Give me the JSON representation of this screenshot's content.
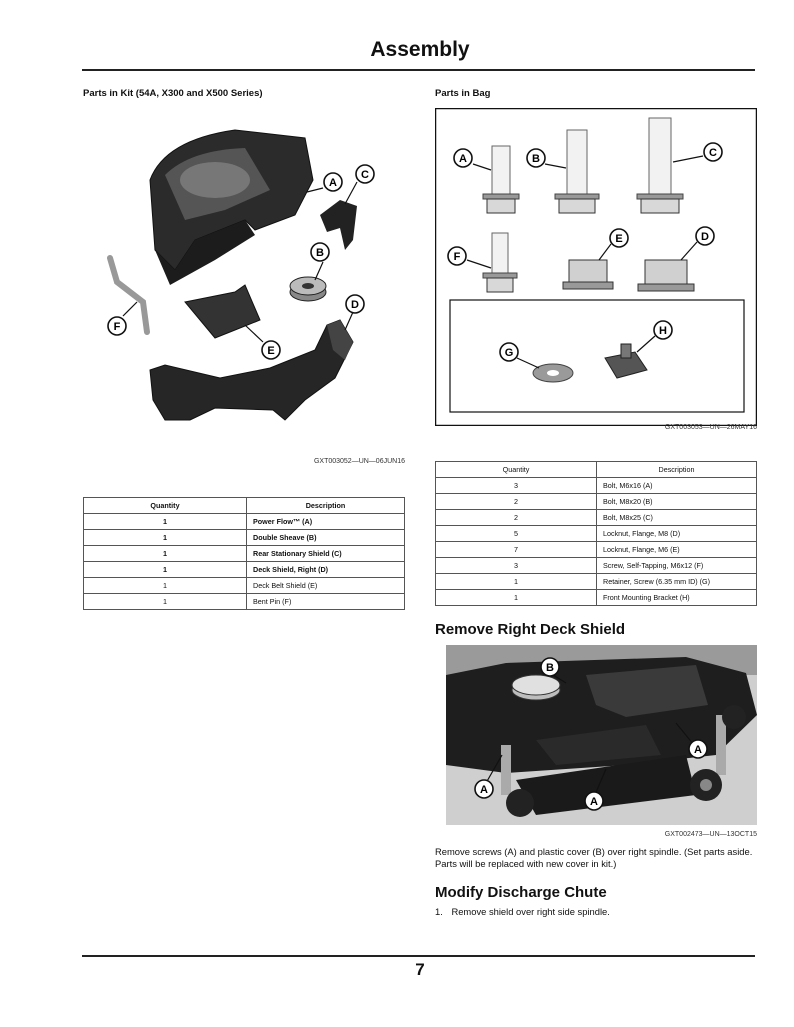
{
  "page": {
    "title": "Assembly",
    "page_number": "7"
  },
  "kit": {
    "heading": "Parts in Kit (54A, X300 and X500 Series)",
    "figure_id": "GXT003052—UN—06JUN16",
    "callouts": [
      "A",
      "B",
      "C",
      "D",
      "E",
      "F"
    ],
    "table": {
      "headers": [
        "Quantity",
        "Description"
      ],
      "rows": [
        {
          "qty": "1",
          "desc": "Power Flow™ (A)",
          "bold": true
        },
        {
          "qty": "1",
          "desc": "Double Sheave (B)",
          "bold": true
        },
        {
          "qty": "1",
          "desc": "Rear Stationary Shield (C)",
          "bold": true
        },
        {
          "qty": "1",
          "desc": "Deck Shield, Right (D)",
          "bold": true
        },
        {
          "qty": "1",
          "desc": "Deck Belt Shield (E)",
          "bold": false
        },
        {
          "qty": "1",
          "desc": "Bent Pin (F)",
          "bold": false
        }
      ]
    }
  },
  "bag": {
    "heading": "Parts in Bag",
    "figure_id": "GXT003053—UN—26MAY16",
    "callouts": [
      "A",
      "B",
      "C",
      "F",
      "E",
      "D",
      "G",
      "H"
    ],
    "table": {
      "headers": [
        "Quantity",
        "Description"
      ],
      "rows": [
        {
          "qty": "3",
          "desc": "Bolt, M6x16 (A)"
        },
        {
          "qty": "2",
          "desc": "Bolt, M8x20 (B)"
        },
        {
          "qty": "2",
          "desc": "Bolt, M8x25 (C)"
        },
        {
          "qty": "5",
          "desc": "Locknut, Flange, M8 (D)"
        },
        {
          "qty": "7",
          "desc": "Locknut, Flange, M6 (E)"
        },
        {
          "qty": "3",
          "desc": "Screw, Self-Tapping, M6x12 (F)"
        },
        {
          "qty": "1",
          "desc": "Retainer, Screw (6.35 mm ID) (G)"
        },
        {
          "qty": "1",
          "desc": "Front Mounting Bracket (H)"
        }
      ]
    }
  },
  "remove_shield": {
    "heading": "Remove Right Deck Shield",
    "figure_id": "GXT002473—UN—13OCT15",
    "callouts": [
      "B",
      "A",
      "A",
      "A"
    ],
    "text": "Remove screws (A) and plastic cover (B) over right spindle. (Set parts aside. Parts will be replaced with new cover in kit.)"
  },
  "modify_chute": {
    "heading": "Modify Discharge Chute",
    "step_number": "1.",
    "step_text": "Remove shield over right side spindle."
  }
}
